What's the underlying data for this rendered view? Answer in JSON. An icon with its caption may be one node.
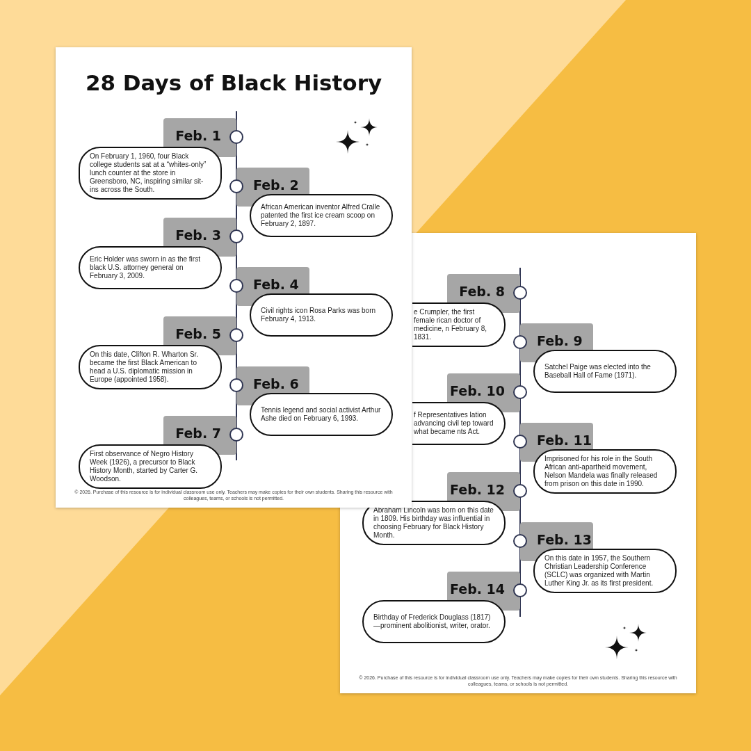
{
  "diagram": {
    "title": "28 Days of Black History",
    "nodes": [
      {
        "text": [
          "Feb. 1"
        ]
      },
      {
        "text": [
          "On February 1, 1960, four Black college students sat at a “whites-only” lunch counter at the store in Greensboro, NC, inspiring similar sit-ins across the South."
        ]
      },
      {
        "text": [
          "Feb. 2"
        ]
      },
      {
        "text": [
          "African American inventor Alfred Cralle patented the first ice cream scoop on February 2, 1897."
        ]
      },
      {
        "text": [
          "Feb. 3"
        ]
      },
      {
        "text": [
          "Eric Holder was sworn in as the first black U.S. attorney general on February 3, 2009."
        ]
      },
      {
        "text": [
          "Feb. 4"
        ]
      },
      {
        "text": [
          "Civil rights icon Rosa Parks was born February 4, 1913."
        ]
      },
      {
        "text": [
          "Feb. 5"
        ]
      },
      {
        "text": [
          "On this date, Clifton R. Wharton Sr. became the first Black American to head a U.S. diplomatic mission in Europe (appointed 1958)."
        ]
      },
      {
        "text": [
          "Feb. 6"
        ]
      },
      {
        "text": [
          "Tennis legend and social activist Arthur Ashe died on February 6, 1993."
        ]
      },
      {
        "text": [
          "Feb. 7"
        ]
      },
      {
        "text": [
          "First observance of Negro History Week (1926), a precursor to Black History Month, started by Carter G. Woodson."
        ]
      },
      {
        "text": [
          "Feb. 8"
        ]
      },
      {
        "text": [
          "e Crumpler, the first female rican doctor of medicine, n February 8, 1831."
        ]
      },
      {
        "text": [
          "Feb. 9"
        ]
      },
      {
        "text": [
          "Satchel Paige was elected into the Baseball Hall of Fame (1971)."
        ]
      },
      {
        "text": [
          "Feb. 10"
        ]
      },
      {
        "text": [
          "f Representatives lation advancing civil tep toward what became nts Act."
        ]
      },
      {
        "text": [
          "Feb. 11"
        ]
      },
      {
        "text": [
          "Imprisoned for his role in the South African anti-apartheid movement, Nelson Mandela was finally released from prison on this date in 1990."
        ]
      },
      {
        "text": [
          "Feb. 12"
        ]
      },
      {
        "text": [
          "Abraham Lincoln was born on this date in 1809. His birthday was influential in choosing February for Black History Month."
        ]
      },
      {
        "text": [
          "Feb. 13"
        ]
      },
      {
        "text": [
          "On this date in 1957, the Southern Christian Leadership Conference (SCLC) was organized with Martin Luther King Jr. as its first president."
        ]
      },
      {
        "text": [
          "Feb. 14"
        ]
      },
      {
        "text": [
          "Birthday of Frederick Douglass (1817)—prominent abolitionist, writer, orator."
        ]
      }
    ],
    "labels": [
      "© 2026. Purchase of this resource is for individual classroom use only. Teachers may make copies for their own students. Sharing this resource with colleagues, teams, or schools is not permitted.",
      "© 2026. Purchase of this resource is for individual classroom use only. Teachers may make copies for their own students. Sharing this resource with colleagues, teams, or schools is not permitted."
    ]
  }
}
